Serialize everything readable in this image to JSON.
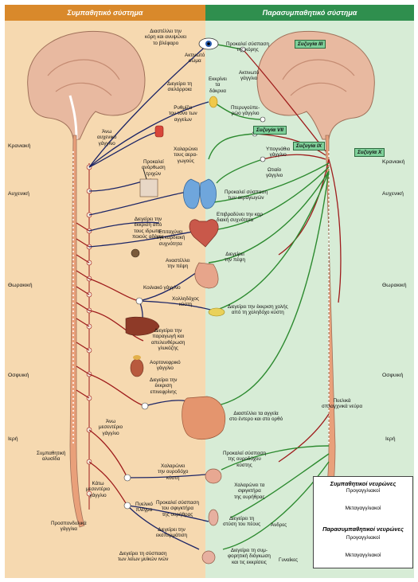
{
  "header": {
    "sympathetic": "Συμπαθητικό σύστημα",
    "parasympathetic": "Παρασυμπαθητικό σύστημα"
  },
  "colors": {
    "sympathetic_bg": "#f6d9b0",
    "parasympathetic_bg": "#d7ecd6",
    "sympathetic_header": "#d9892b",
    "parasympathetic_header": "#2f8f4e",
    "preganglionic": "#9e1b1b",
    "postganglionic": "#1c2566",
    "parasympathetic_nerve": "#2c8a2f"
  },
  "left_regions": {
    "cranial": "Κρανιακή",
    "cervical": "Αυχενική",
    "thoracic": "Θωρακική",
    "lumbar": "Οσφυική",
    "sacral": "Ιερή"
  },
  "right_regions": {
    "cranial": "Κρανιακή",
    "cervical": "Αυχενική",
    "thoracic": "Θωρακική",
    "lumbar": "Οσφυική",
    "sacral": "Ιερή"
  },
  "cranial_nerves": {
    "iii": "Συζυγία III",
    "vii": "Συζυγία VII",
    "ix": "Συζυγία IX",
    "x": "Συζυγία X"
  },
  "sympathetic_labels": {
    "pupil": "Διαστέλλει την\nκόρη και ανυψώνει\nτο βλέφαρο",
    "upper_cervical": "Άνω\nαυχενικό\nγάγγλιο",
    "salivary": "Διεγείρει τη\nσιελόρροια",
    "vessels": "Ρυθμίζει\nτον τόνο των\nαγγείων",
    "hair": "Προκαλεί\nανόρθωση\nτριχών",
    "bronchi": "Χαλαρώνει\nτους αερα-\nγωγούς",
    "sweat": "Διεγείρει την\nέκκριση από\nτους ιδρωτο-\nποιούς αδένες",
    "heart": "Επιταχύνει\nτην καρδιακή\nσυχνότητα",
    "digestion": "Αναστέλλει\nτην πέψη",
    "celiac": "Κοιλιακό γάγγλιο",
    "gallbladder": "Χολληδόχος\nκύστη",
    "glucose": "Διεγείρει την\nπαραγωγή και\nαπελευθέρωση\nγλυκόζης",
    "aorticorenal": "Αορτονεφρικό\nγάγγλιο",
    "adrenaline": "Διεγείρει την\nέκκριση\nεπινεφρίνης",
    "upper_mesenteric": "Άνω\nμεσεντέριο\nγάγγλιο",
    "sympathetic_chain": "Συμπαθητική\nαλυσίδα",
    "bladder_relax": "Χαλαρώνει\nτην ουροδόχο\nκύστη",
    "lower_mesenteric": "Κάτω\nμεσεντέριο\nγάγγλιο",
    "pelvic_plexus": "Πυελικό\nπλέγμα",
    "prevertebral": "Προσπονδυλικά\nγάγγλια",
    "sphincter": "Προκαλεί σύσπαση\nτου σφιγκτήρα\nτης ουρήθρας",
    "ejaculation": "Διεγείρει την\nεκσπερμάτιση",
    "smooth_muscle": "Διεγείρει τη σύσπαση\nτων λείων μυϊκών ινών"
  },
  "parasympathetic_labels": {
    "ciliary_body": "Ακτινωτό\nσώμα",
    "pupil_constrict": "Προκαλεί σύσπαση\nτης κόρης",
    "ciliary_ganglion": "Ακτινωτό\nγάγγλιο",
    "tears": "Εκκρίνει\nτα\nδάκρυα",
    "pterygopalatine": "Πτερυγοϋπε-\nρώο γάγγλιο",
    "submandibular": "Υπογνάθιο\nγάγγλιο",
    "otic": "Ωτιαίο\nγάγγλιο",
    "bronchi_constrict": "Προκαλεί σύσπαση\nτων αεραγωγών",
    "heart_slow": "Επιβραδύνει την καρ\nδιακή συχνότητα",
    "digestion_stim": "Διεγείρει\nτην πέψη",
    "bile": "Διεγείρει την έκκριση χολής\nαπό τη χοληδόχο κύστη",
    "intestine": "Διαστέλλει τα αγγεία\nστο έντερο και στο ορθό",
    "pelvic_nerves": "Πυελικά\nσπλαγχνικά νεύρα",
    "bladder_contract": "Προκαλεί σύσπαση\nτης ουροδόχου\nκύστης",
    "sphincter_relax": "Χαλαρώνει τα\nσφιγκτήρα\nτης ουρήθρας",
    "erection": "Διεγείρει τη\nστύση του πέους",
    "men": "Άνδρες",
    "women_stim": "Διεγείρει τη συμ-\nφορητική διόγκωση\nκαι τις εκκρίσεις",
    "women": "Γυναίκες"
  },
  "legend": {
    "sympathetic_title": "Συμπαθητικοί νευρώνες",
    "sympathetic_pre": "Προγαγγλιακοί",
    "sympathetic_post": "Μεταγαγγλιακοί",
    "parasympathetic_title": "Παρασυμπαθητικοί νευρώνες",
    "parasympathetic_pre": "Προγαγγλιακοί",
    "parasympathetic_post": "Μεταγαγγλιακοί"
  }
}
